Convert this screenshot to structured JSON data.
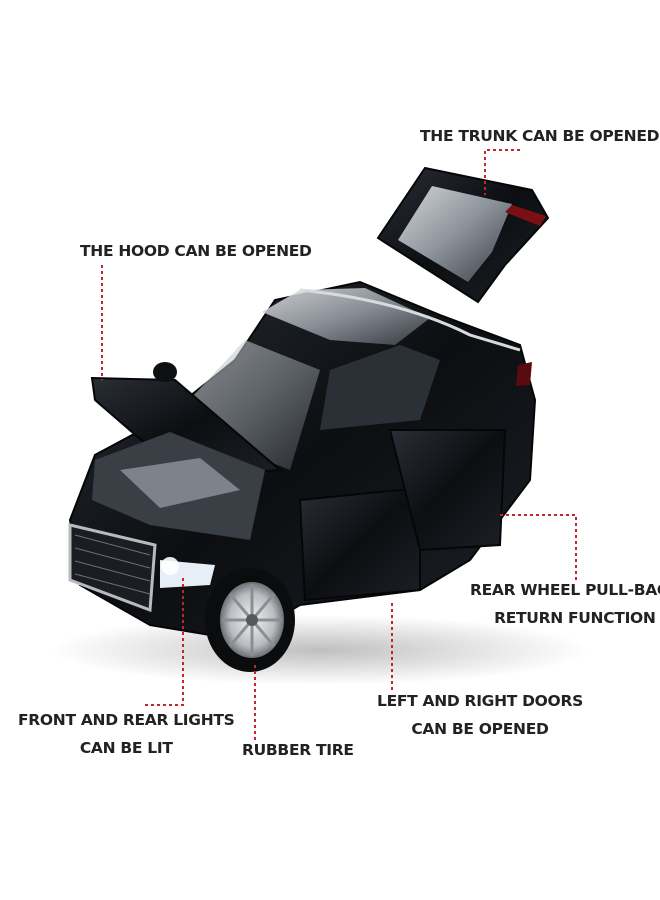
{
  "callouts": {
    "trunk": [
      "THE TRUNK CAN BE OPENED"
    ],
    "hood": [
      "THE HOOD CAN BE OPENED"
    ],
    "rear_wheel": [
      "REAR WHEEL PULL-BACK",
      "RETURN FUNCTION"
    ],
    "doors": [
      "LEFT AND RIGHT DOORS",
      "CAN BE OPENED"
    ],
    "lights": [
      "FRONT AND REAR LIGHTS",
      "CAN BE LIT"
    ],
    "tire": [
      "RUBBER TIRE"
    ]
  },
  "colors": {
    "leader_line": "#c0272d",
    "label_text": "#222222",
    "car_body": "#111418",
    "background": "#ffffff"
  },
  "icons": {
    "product": "toy-car-model-image"
  }
}
